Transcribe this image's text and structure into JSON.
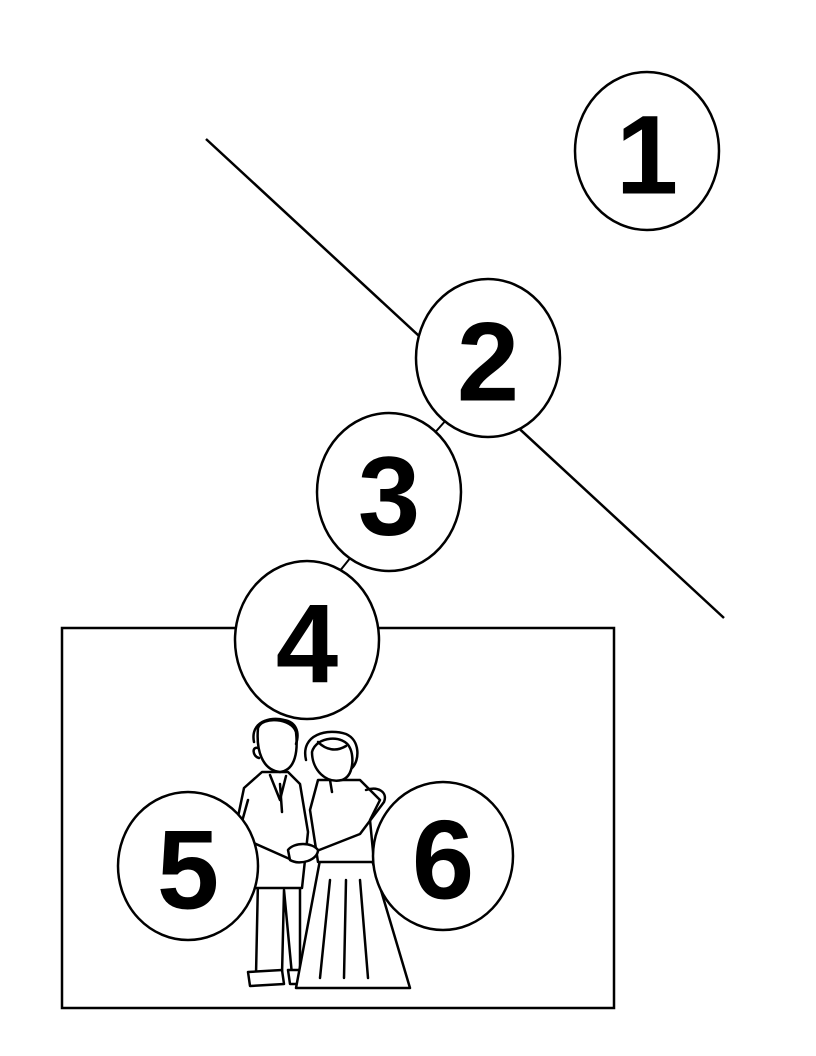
{
  "labels": {
    "one": "1",
    "two": "2",
    "three": "3",
    "four": "4",
    "five": "5",
    "six": "6"
  },
  "colors": {
    "stroke": "#000000",
    "background": "#ffffff"
  },
  "icons": {
    "couple": "couple-icon",
    "arrow": "arrow-icon"
  }
}
